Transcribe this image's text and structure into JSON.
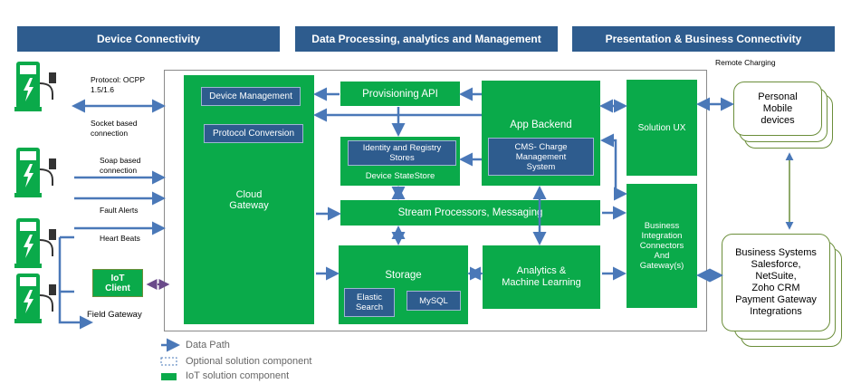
{
  "headers": {
    "device": "Device Connectivity",
    "processing": "Data Processing, analytics and Management",
    "presentation": "Presentation & Business Connectivity"
  },
  "labels": {
    "protocol": "Protocol: OCPP\n1.5/1.6",
    "socket": "Socket based\nconnection",
    "soap": "Soap based\nconnection",
    "fault": "Fault Alerts",
    "heart": "Heart Beats",
    "field_gateway": "Field Gateway",
    "remote_charging": "Remote Charging"
  },
  "components": {
    "cloud_gateway": "Cloud\nGateway",
    "device_management": "Device Management",
    "protocol_conversion": "Protocol Conversion",
    "provisioning_api": "Provisioning API",
    "identity_registry": "Identity and Registry\nStores",
    "device_state_store": "Device StateStore",
    "app_backend": "App Backend",
    "cms": "CMS- Charge\nManagement\nSystem",
    "solution_ux": "Solution UX",
    "stream": "Stream Processors, Messaging",
    "storage": "Storage",
    "elastic": "Elastic\nSearch",
    "mysql": "MySQL",
    "analytics": "Analytics &\nMachine Learning",
    "business_integration": "Business\nIntegration\nConnectors\nAnd\nGateway(s)",
    "iot_client": "IoT\nClient"
  },
  "cards": {
    "personal": "Personal\nMobile\ndevices",
    "business": "Business Systems\nSalesforce,\nNetSuite,\nZoho CRM\nPayment Gateway\nIntegrations"
  },
  "legend": {
    "data_path": "Data Path",
    "optional": "Optional solution component",
    "iot": "IoT solution component"
  },
  "colors": {
    "header_blue": "#2e5c8e",
    "component_green": "#0aaa4a",
    "arrow_blue": "#4a78b8",
    "card_border": "#6b8e3a"
  }
}
